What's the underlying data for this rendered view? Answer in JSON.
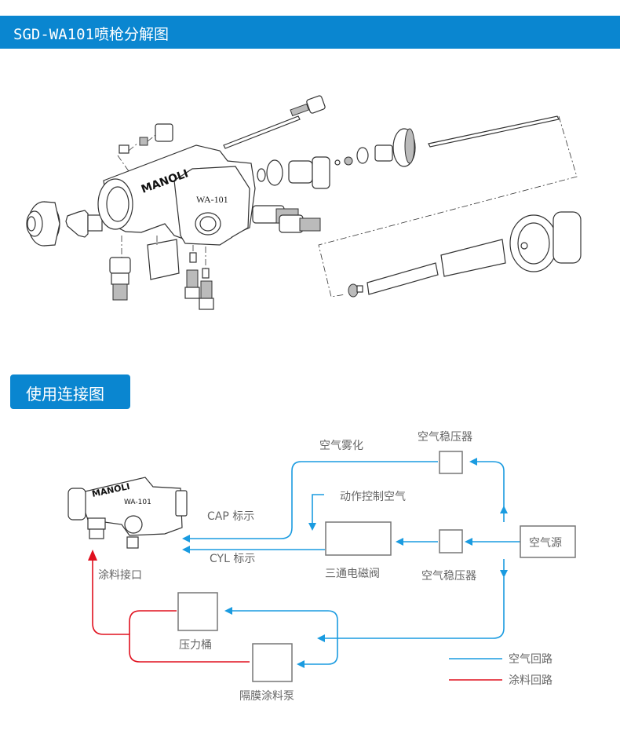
{
  "header": {
    "title": "SGD-WA101喷枪分解图",
    "accent_color": "#0a86d0"
  },
  "exploded_view": {
    "brand_logo": "MANOLI",
    "model_label": "WA-101"
  },
  "connection_section": {
    "title": "使用连接图"
  },
  "diagram": {
    "gun_brand": "MANOLI",
    "gun_model": "WA-101",
    "nodes": {
      "regulator_top": "空气稳压器",
      "regulator_bottom": "空气稳压器",
      "solenoid_valve": "三通电磁阀",
      "air_source": "空气源",
      "pressure_tank": "压力桶",
      "diaphragm_pump": "隔膜涂料泵"
    },
    "labels": {
      "atomizing_air": "空气雾化",
      "control_air": "动作控制空气",
      "cap": "CAP 标示",
      "cyl": "CYL 标示",
      "paint_inlet": "涂料接口"
    },
    "legend": [
      {
        "label": "空气回路",
        "color": "#1a9be0"
      },
      {
        "label": "涂料回路",
        "color": "#e0101e"
      }
    ]
  }
}
